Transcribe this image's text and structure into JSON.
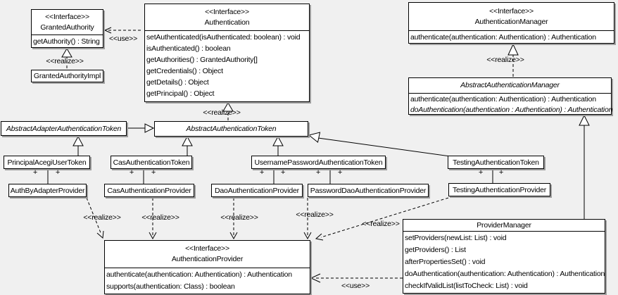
{
  "colors": {
    "background": "#f0f0f0",
    "box_fill": "#ffffff",
    "line": "#000000",
    "shadow": "#9e9e9e"
  },
  "labels": {
    "realize": "<<realize>>",
    "use": "<<use>>",
    "plus": "+"
  },
  "classes": {
    "granted_authority": {
      "stereotype": "<<Interface>>",
      "name": "GrantedAuthority",
      "methods": [
        "getAuthority() : String"
      ]
    },
    "granted_authority_impl": {
      "name": "GrantedAuthorityImpl"
    },
    "authentication": {
      "stereotype": "<<Interface>>",
      "name": "Authentication",
      "methods": [
        "setAuthenticated(isAuthenticated: boolean) : void",
        "isAuthenticated() : boolean",
        "getAuthorities() : GrantedAuthority[]",
        "getCredentials() : Object",
        "getDetails() : Object",
        "getPrincipal() : Object"
      ]
    },
    "authentication_manager": {
      "stereotype": "<<Interface>>",
      "name": "AuthenticationManager",
      "methods": [
        "authenticate(authentication: Authentication) : Authentication"
      ]
    },
    "abstract_authentication_manager": {
      "name": "AbstractAuthenticationManager",
      "methods": [
        "authenticate(authentication: Authentication) : Authentication",
        "doAuthentication(authentication : Authentication) : Authentication"
      ]
    },
    "abstract_adapter_authentication_token": {
      "name": "AbstractAdapterAuthenticationToken"
    },
    "abstract_authentication_token": {
      "name": "AbstractAuthenticationToken"
    },
    "principal_acegi_user_token": {
      "name": "PrincipalAcegiUserToken"
    },
    "cas_authentication_token": {
      "name": "CasAuthenticationToken"
    },
    "username_password_authentication_token": {
      "name": "UsernamePasswordAuthenticationToken"
    },
    "testing_authentication_token": {
      "name": "TestingAuthenticationToken"
    },
    "auth_by_adapter_provider": {
      "name": "AuthByAdapterProvider"
    },
    "cas_authentication_provider": {
      "name": "CasAuthenticationProvider"
    },
    "dao_authentication_provider": {
      "name": "DaoAuthenticationProvider"
    },
    "password_dao_authentication_provider": {
      "name": "PasswordDaoAuthenticationProvider"
    },
    "testing_authentication_provider": {
      "name": "TestingAuthenticationProvider"
    },
    "provider_manager": {
      "name": "ProviderManager",
      "methods": [
        "setProviders(newList: List) : void",
        "getProviders() : List",
        "afterPropertiesSet() : void",
        "doAuthentication(authentication: Authentication) : Authentication",
        "checkIfValidList(listToCheck: List) : void"
      ]
    },
    "authentication_provider": {
      "stereotype": "<<Interface>>",
      "name": "AuthenticationProvider",
      "methods": [
        "authenticate(authentication: Authentication) : Authentication",
        "supports(authentication: Class) : boolean"
      ]
    }
  },
  "edges": [
    {
      "from": "Authentication",
      "to": "GrantedAuthority",
      "type": "use"
    },
    {
      "from": "GrantedAuthorityImpl",
      "to": "GrantedAuthority",
      "type": "realize"
    },
    {
      "from": "AbstractAuthenticationToken",
      "to": "Authentication",
      "type": "realize"
    },
    {
      "from": "AbstractAuthenticationManager",
      "to": "AuthenticationManager",
      "type": "realize"
    },
    {
      "from": "AbstractAdapterAuthenticationToken",
      "to": "AbstractAuthenticationToken",
      "type": "generalization"
    },
    {
      "from": "PrincipalAcegiUserToken",
      "to": "AbstractAdapterAuthenticationToken",
      "type": "generalization"
    },
    {
      "from": "CasAuthenticationToken",
      "to": "AbstractAuthenticationToken",
      "type": "generalization"
    },
    {
      "from": "UsernamePasswordAuthenticationToken",
      "to": "AbstractAuthenticationToken",
      "type": "generalization"
    },
    {
      "from": "TestingAuthenticationToken",
      "to": "AbstractAuthenticationToken",
      "type": "generalization"
    },
    {
      "from": "ProviderManager",
      "to": "AbstractAuthenticationManager",
      "type": "generalization"
    },
    {
      "from": "PrincipalAcegiUserToken",
      "to": "AuthByAdapterProvider",
      "type": "association",
      "from_end": "+",
      "to_end": "+"
    },
    {
      "from": "CasAuthenticationToken",
      "to": "CasAuthenticationProvider",
      "type": "association",
      "from_end": "+",
      "to_end": "+"
    },
    {
      "from": "UsernamePasswordAuthenticationToken",
      "to": "DaoAuthenticationProvider",
      "type": "association",
      "from_end": "+",
      "to_end": "+"
    },
    {
      "from": "UsernamePasswordAuthenticationToken",
      "to": "PasswordDaoAuthenticationProvider",
      "type": "association",
      "from_end": "+",
      "to_end": "+"
    },
    {
      "from": "TestingAuthenticationToken",
      "to": "TestingAuthenticationProvider",
      "type": "association",
      "from_end": "+",
      "to_end": "+"
    },
    {
      "from": "AuthByAdapterProvider",
      "to": "AuthenticationProvider",
      "type": "realize"
    },
    {
      "from": "CasAuthenticationProvider",
      "to": "AuthenticationProvider",
      "type": "realize"
    },
    {
      "from": "DaoAuthenticationProvider",
      "to": "AuthenticationProvider",
      "type": "realize"
    },
    {
      "from": "PasswordDaoAuthenticationProvider",
      "to": "AuthenticationProvider",
      "type": "realize"
    },
    {
      "from": "TestingAuthenticationProvider",
      "to": "AuthenticationProvider",
      "type": "realize"
    },
    {
      "from": "ProviderManager",
      "to": "AuthenticationProvider",
      "type": "use"
    }
  ]
}
